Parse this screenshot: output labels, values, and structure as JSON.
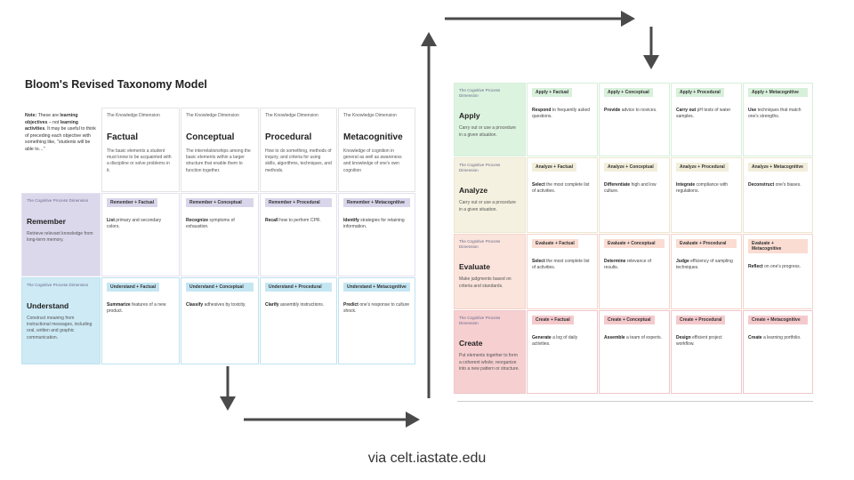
{
  "title": "Bloom's Revised Taxonomy Model",
  "note": [
    "Note:",
    " These are ",
    "learning objectives",
    " – not ",
    "learning activities",
    ". It may be useful to think of preceding each objective with something like, \"students will be able to…\""
  ],
  "knowledge_dimension_label": "The Knowledge Dimension",
  "cognitive_dimension_label": "The Cognitive Process Dimension",
  "knowledge_types": [
    {
      "title": "Factual",
      "desc": "The basic elements a student must know to be acquainted with a discipline or solve problems in it."
    },
    {
      "title": "Conceptual",
      "desc": "The interrelationships among the basic elements within a larger structure that enable them to function together."
    },
    {
      "title": "Procedural",
      "desc": "How to do something, methods of inquiry, and criteria for using skills, algorithms, techniques, and methods."
    },
    {
      "title": "Metacognitive",
      "desc": "Knowledge of cognition in general as well as awareness and knowledge of one's own cognition"
    }
  ],
  "left_rows": [
    {
      "title": "Remember",
      "desc": "Retrieve relevant knowledge from long-term memory.",
      "cells": [
        {
          "tag": "Remember + Factual",
          "verb": "List",
          "rest": " primary and secondary colors."
        },
        {
          "tag": "Remember + Conceptual",
          "verb": "Recognize",
          "rest": " symptoms of exhaustion."
        },
        {
          "tag": "Remember + Procedural",
          "verb": "Recall",
          "rest": " how to perform CPR."
        },
        {
          "tag": "Remember + Metacognitive",
          "verb": "Identify",
          "rest": " strategies for retaining information."
        }
      ]
    },
    {
      "title": "Understand",
      "desc": "Construct meaning from instructional messages, including oral, written and graphic communication.",
      "cells": [
        {
          "tag": "Understand + Factual",
          "verb": "Summarize",
          "rest": " features of a new product."
        },
        {
          "tag": "Understand + Conceptual",
          "verb": "Classify",
          "rest": " adhesives by toxicity."
        },
        {
          "tag": "Understand + Procedural",
          "verb": "Clarify",
          "rest": " assembly instructions."
        },
        {
          "tag": "Understand + Metacognitive",
          "verb": "Predict",
          "rest": " one's response to culture shock."
        }
      ]
    }
  ],
  "right_rows": [
    {
      "title": "Apply",
      "desc": "Carry out or use a procedure in a given situation.",
      "cells": [
        {
          "tag": "Apply + Factual",
          "verb": "Respond",
          "rest": " to frequently asked questions."
        },
        {
          "tag": "Apply + Conceptual",
          "verb": "Provide",
          "rest": " advice to novices."
        },
        {
          "tag": "Apply + Procedural",
          "verb": "Carry out",
          "rest": " pH tests of water samples."
        },
        {
          "tag": "Apply + Metacognitive",
          "verb": "Use",
          "rest": " techniques that match one's strengths."
        }
      ]
    },
    {
      "title": "Analyze",
      "desc": "Carry out or use a procedure in a given situation.",
      "cells": [
        {
          "tag": "Analyze + Factual",
          "verb": "Select",
          "rest": " the most complete list of activities."
        },
        {
          "tag": "Analyze + Conceptual",
          "verb": "Differentiate",
          "rest": " high and low culture."
        },
        {
          "tag": "Analyze + Procedural",
          "verb": "Integrate",
          "rest": " compliance with regulations."
        },
        {
          "tag": "Analyze + Metacognitive",
          "verb": "Deconstruct",
          "rest": " one's biases."
        }
      ]
    },
    {
      "title": "Evaluate",
      "desc": "Make judgments based on criteria and standards.",
      "cells": [
        {
          "tag": "Evaluate + Factual",
          "verb": "Select",
          "rest": " the most complete list of activities."
        },
        {
          "tag": "Evaluate + Conceptual",
          "verb": "Determine",
          "rest": " relevance of results."
        },
        {
          "tag": "Evaluate + Procedural",
          "verb": "Judge",
          "rest": " efficiency of sampling techniques."
        },
        {
          "tag": "Evaluate + Metacognitive",
          "verb": "Reflect",
          "rest": " on one's progress."
        }
      ]
    },
    {
      "title": "Create",
      "desc": "Put elements together to form a coherent whole; reorganize into a new pattern or structure.",
      "cells": [
        {
          "tag": "Create + Factual",
          "verb": "Generate",
          "rest": " a log of daily activities."
        },
        {
          "tag": "Create + Conceptual",
          "verb": "Assemble",
          "rest": " a team of experts."
        },
        {
          "tag": "Create + Procedural",
          "verb": "Design",
          "rest": " efficient project workflow."
        },
        {
          "tag": "Create + Metacognitive",
          "verb": "Create",
          "rest": " a learning portfolio."
        }
      ]
    }
  ],
  "colors": {
    "remember": {
      "header": "#dcd8ec",
      "tag": "#d9d5ea",
      "border": "#e4e1f0"
    },
    "understand": {
      "header": "#cdeaf5",
      "tag": "#c4e6f3",
      "border": "#bfe2f0"
    },
    "apply": {
      "header": "#dcf3df",
      "tag": "#d7f0da",
      "border": "#d6efd9"
    },
    "analyze": {
      "header": "#f5f1e0",
      "tag": "#f2eedb",
      "border": "#ebe6cf"
    },
    "evaluate": {
      "header": "#fbe4dc",
      "tag": "#fadcd2",
      "border": "#f3d4ca"
    },
    "create": {
      "header": "#f6cfd1",
      "tag": "#f4c9cc",
      "border": "#efc7ca"
    }
  },
  "caption": "via celt.iastate.edu"
}
